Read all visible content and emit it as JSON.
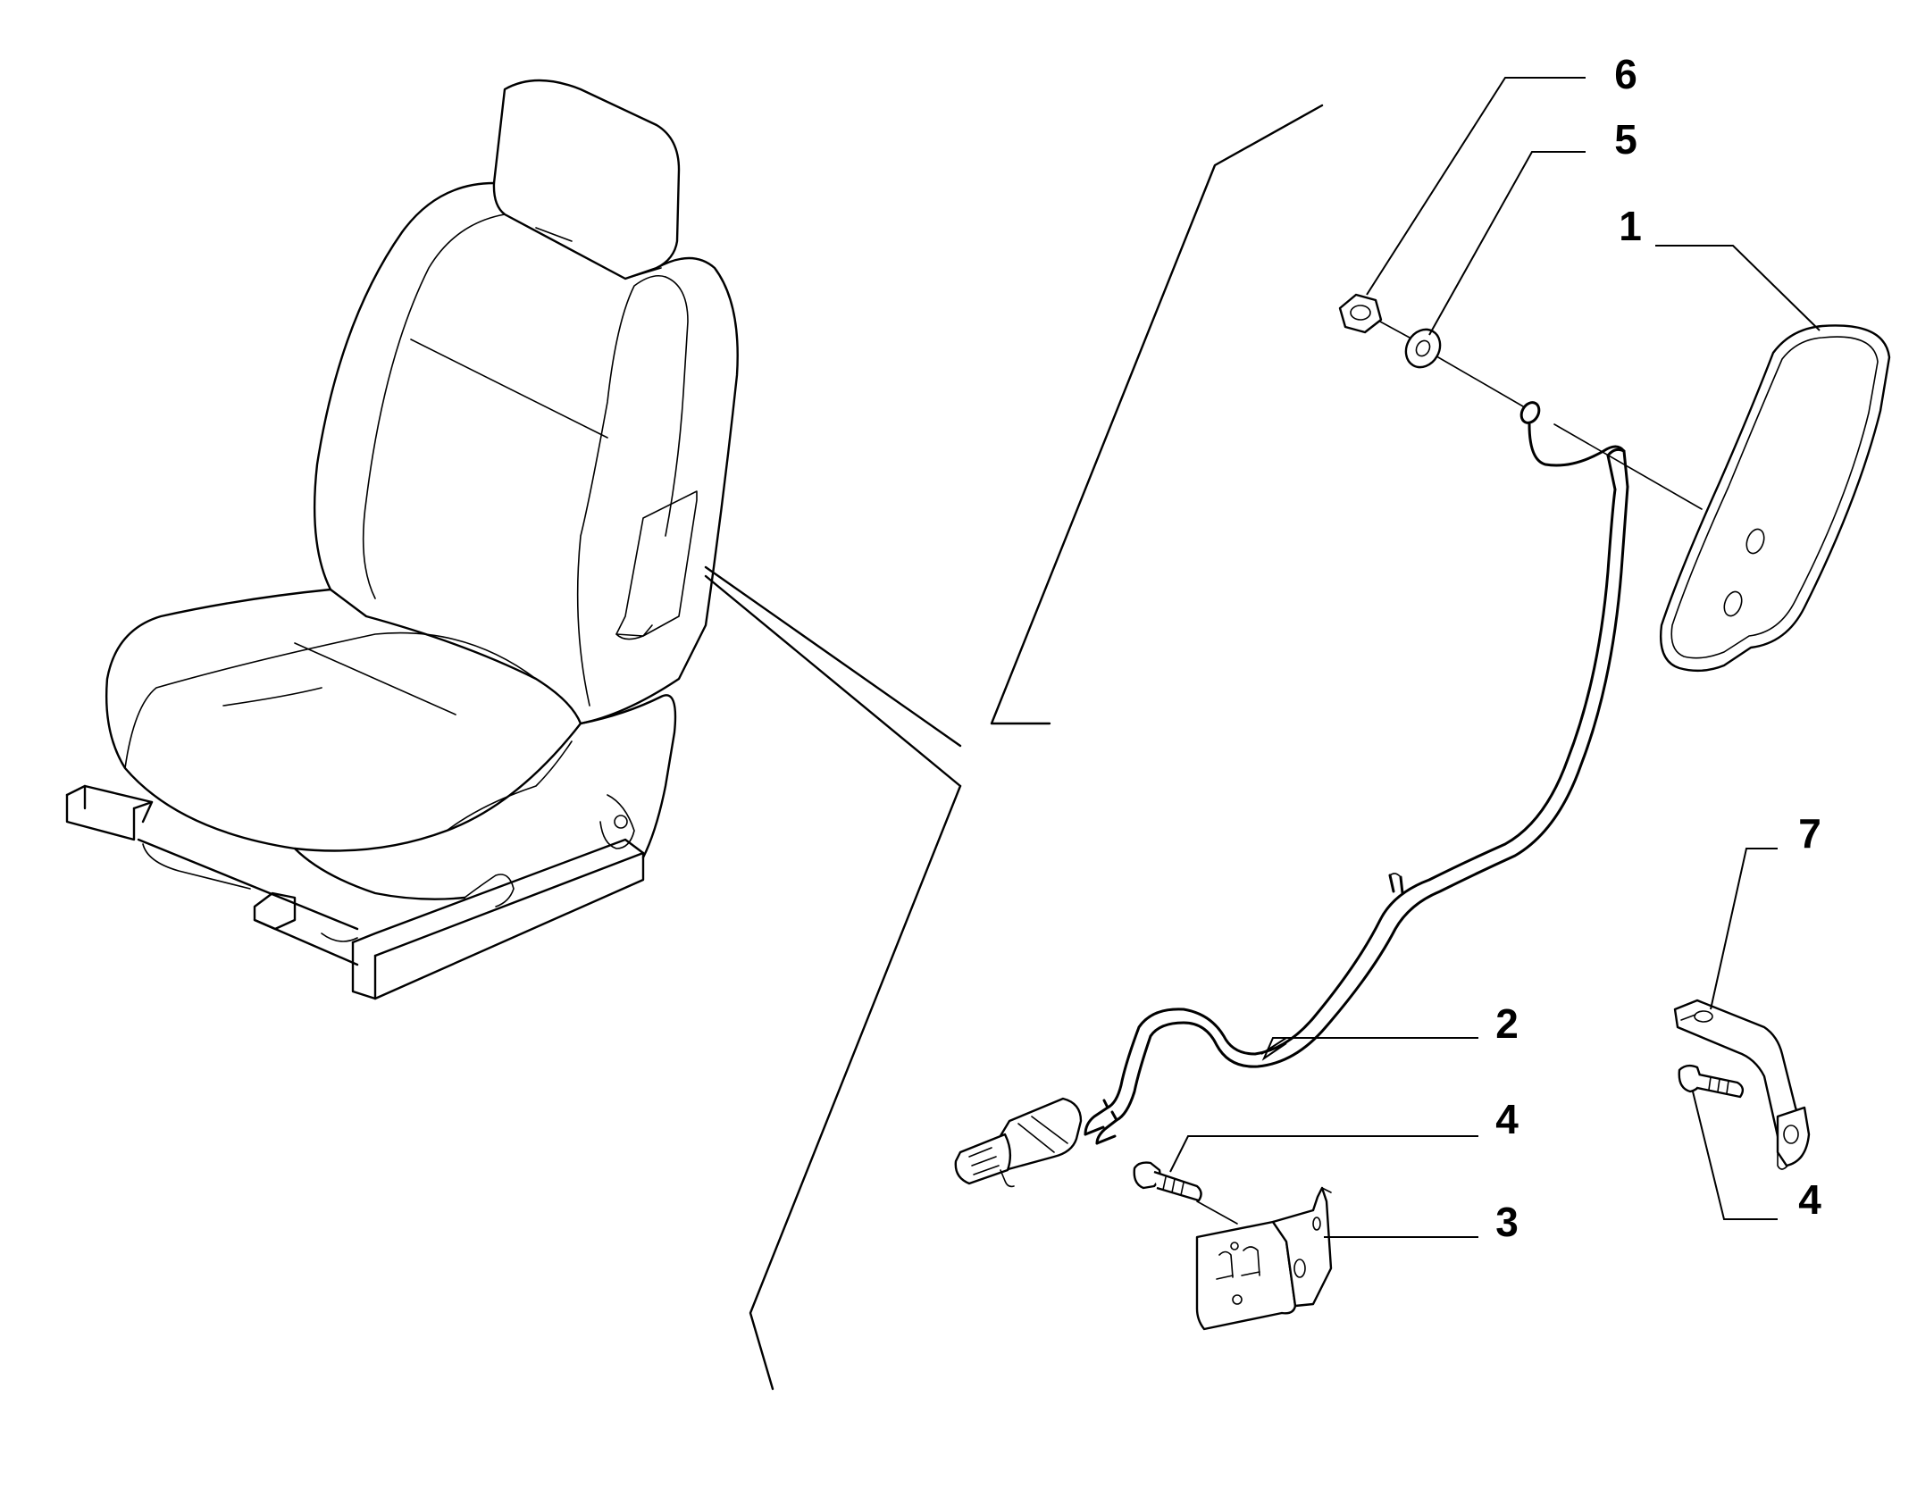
{
  "callouts": [
    {
      "id": "1",
      "label": "1"
    },
    {
      "id": "2",
      "label": "2"
    },
    {
      "id": "3",
      "label": "3"
    },
    {
      "id": "4a",
      "label": "4"
    },
    {
      "id": "4b",
      "label": "4"
    },
    {
      "id": "5",
      "label": "5"
    },
    {
      "id": "6",
      "label": "6"
    },
    {
      "id": "7",
      "label": "7"
    }
  ]
}
